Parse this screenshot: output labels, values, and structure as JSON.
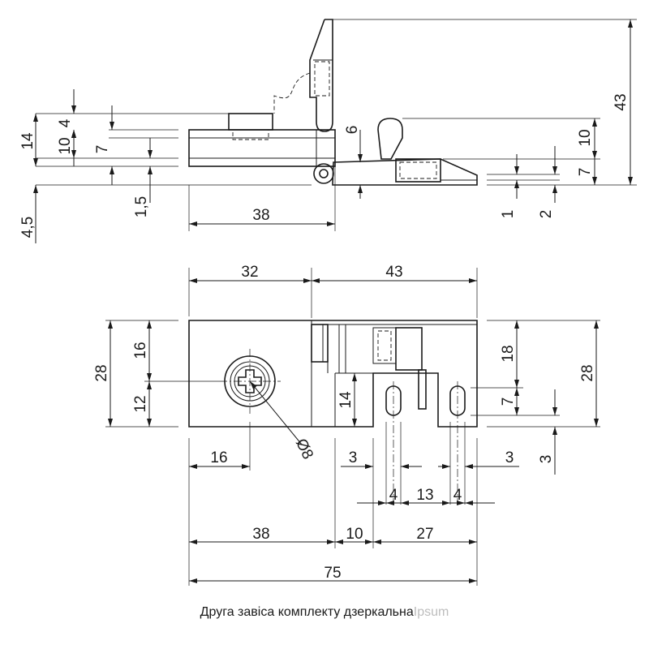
{
  "caption": {
    "text": "Друга завіса комплекту дзеркальна",
    "watermark": "Ipsum"
  },
  "side_view": {
    "dims": {
      "h4": "4",
      "h14": "14",
      "h10": "10",
      "h7": "7",
      "h45": "4,5",
      "h15": "1,5",
      "w38": "38",
      "h6": "6",
      "h43": "43",
      "h10b": "10",
      "h7b": "7",
      "h1": "1",
      "h2": "2"
    }
  },
  "plan_view": {
    "dims": {
      "w32": "32",
      "w43": "43",
      "h28l": "28",
      "h16": "16",
      "h12": "12",
      "h28r": "28",
      "h18": "18",
      "h14": "14",
      "h7": "7",
      "h3v": "3",
      "w16": "16",
      "dia": "Ø8",
      "w3l": "3",
      "w3r": "3",
      "w4l": "4",
      "w13": "13",
      "w4r": "4",
      "w38": "38",
      "w10": "10",
      "w27": "27",
      "w75": "75"
    }
  },
  "colors": {
    "ink": "#1a1a1a",
    "watermark": "#bdbdbd"
  }
}
